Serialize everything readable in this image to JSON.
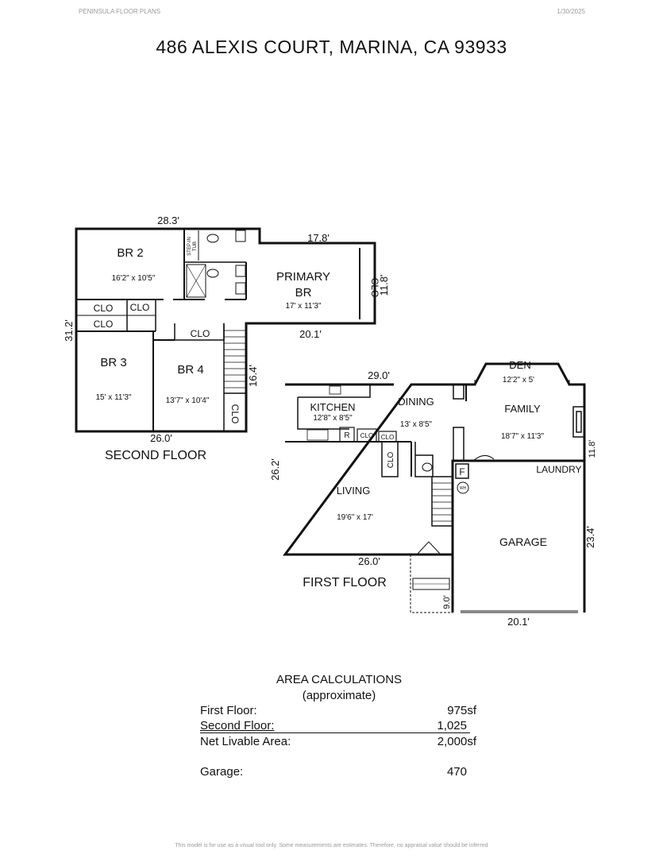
{
  "header": {
    "company": "PENINSULA FLOOR PLANS",
    "date": "1/30/2025"
  },
  "title": "486 ALEXIS COURT, MARINA, CA  93933",
  "second_floor": {
    "label": "SECOND FLOOR",
    "dims": {
      "top": "28.3'",
      "primary_top": "17.8'",
      "primary_bottom": "20.1'",
      "right": "11.8'",
      "left": "31.2'",
      "bottom": "26.0'",
      "stair": "16.4'"
    },
    "rooms": {
      "br2": {
        "name": "BR 2",
        "size": "16'2\" x 10'5\""
      },
      "primary": {
        "name1": "PRIMARY",
        "name2": "BR",
        "size": "17' x 11'3\""
      },
      "br3": {
        "name": "BR 3",
        "size": "15' x 11'3\""
      },
      "br4": {
        "name": "BR 4",
        "size": "13'7\" x 10'4\""
      }
    },
    "closet": "CLO",
    "tub1": "STEP-IN",
    "tub2": "TUB"
  },
  "first_floor": {
    "label": "FIRST FLOOR",
    "dims": {
      "top": "29.0'",
      "left": "26.2'",
      "bottom": "26.0'",
      "garage_right": "23.4'",
      "family_right": "11.8'",
      "garage_bottom": "20.1'",
      "porch": "9.0'"
    },
    "rooms": {
      "den": {
        "name": "DEN",
        "size": "12'2\" x 5'"
      },
      "kitchen": {
        "name": "KITCHEN",
        "size": "12'8\" x 8'5\""
      },
      "dining": {
        "name": "DINING",
        "size": "13' x 8'5\""
      },
      "family": {
        "name": "FAMILY",
        "size": "18'7\" x 11'3\""
      },
      "living": {
        "name": "LIVING",
        "size": "19'6\" x 17'"
      },
      "garage": {
        "name": "GARAGE"
      },
      "laundry": {
        "name": "LAUNDRY"
      }
    },
    "closet": "CLO",
    "fridge": "R",
    "furnace": "F",
    "water_heater": "WH"
  },
  "area": {
    "heading": "AREA CALCULATIONS",
    "subheading": "(approximate)",
    "rows": [
      {
        "label": "First  Floor:",
        "value": "975sf"
      },
      {
        "label": "Second Floor:",
        "value": "1,025"
      },
      {
        "label": "Net Livable Area:",
        "value": "2,000sf"
      },
      {
        "label": "Garage:",
        "value": "470"
      }
    ]
  },
  "footer": "This model is for use as a visual tool only. Some measurements are estimates. Therefore, no appraisal value should be inferred"
}
